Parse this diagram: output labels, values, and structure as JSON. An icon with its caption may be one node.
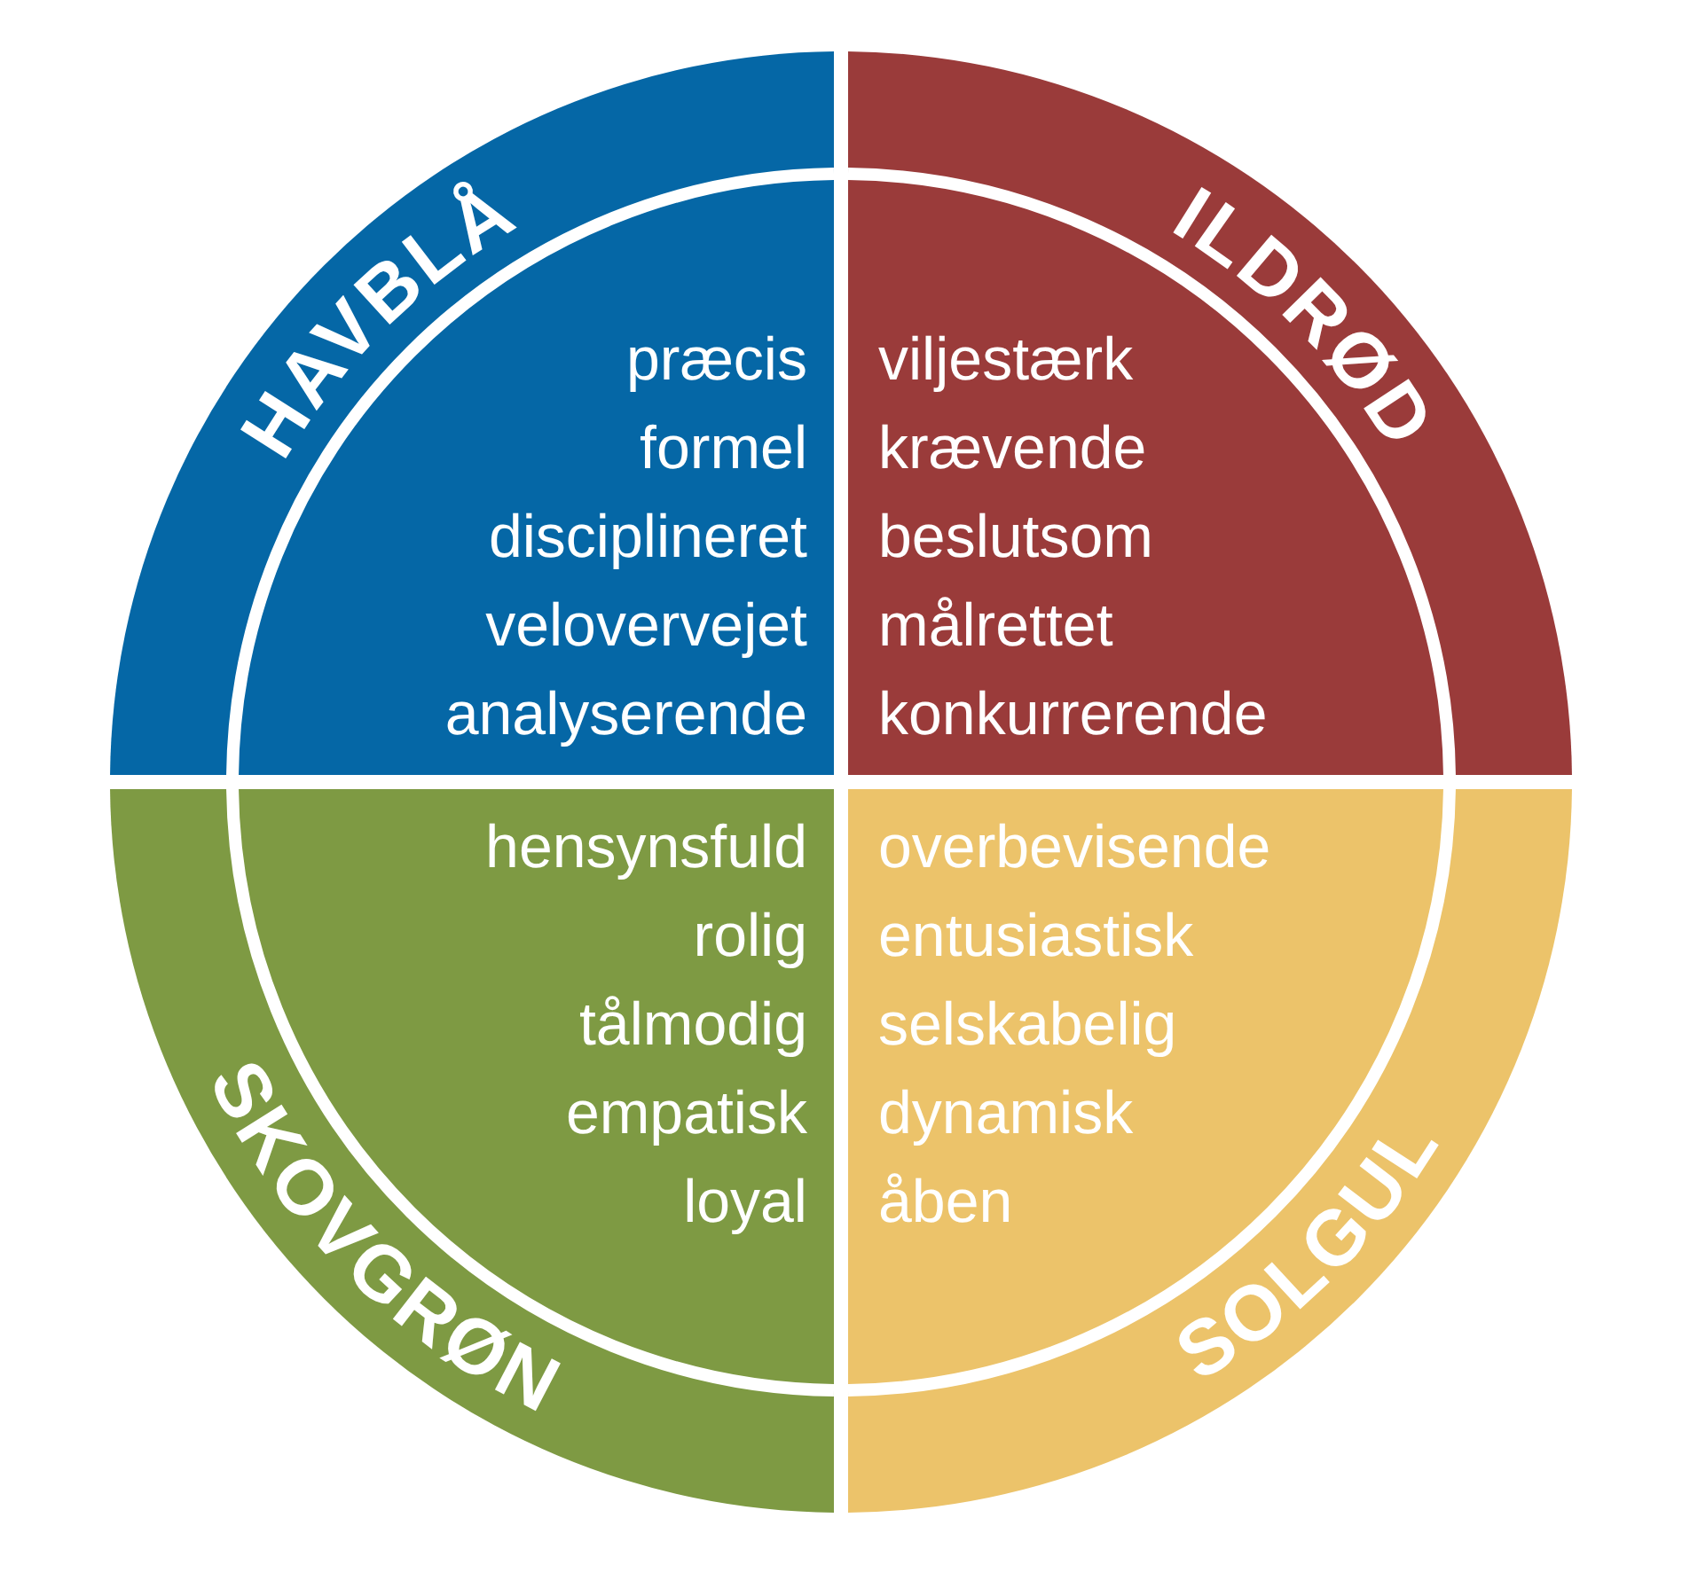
{
  "diagram": {
    "nodes": [
      {
        "text": [
          "HAVBLÅ",
          "præcis",
          "formel",
          "disciplineret",
          "velovervejet",
          "analyserende"
        ]
      },
      {
        "text": [
          "ILDRØD",
          "viljestærk",
          "krævende",
          "beslutsom",
          "målrettet",
          "konkurrerende"
        ]
      },
      {
        "text": [
          "SKOVGRØN",
          "hensynsfuld",
          "rolig",
          "tålmodig",
          "empatisk",
          "loyal"
        ]
      },
      {
        "text": [
          "SOLGUL",
          "overbevisende",
          "entusiastisk",
          "selskabelig",
          "dynamisk",
          "åben"
        ]
      }
    ]
  }
}
